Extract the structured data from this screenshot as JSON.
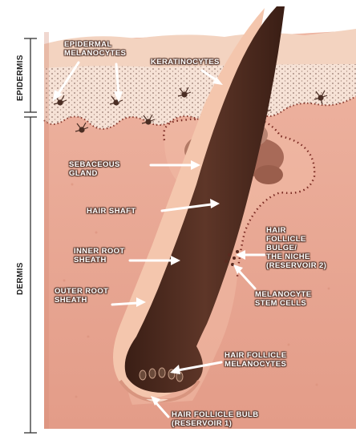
{
  "side_labels": {
    "epidermis": "EPIDERMIS",
    "dermis": "DERMIS"
  },
  "labels": {
    "epidermal_melanocytes": "EPIDERMAL\nMELANOCYTES",
    "keratinocytes": "KERATINOCYTES",
    "sebaceous_gland": "SEBACEOUS\nGLAND",
    "hair_shaft": "HAIR SHAFT",
    "inner_root_sheath": "INNER ROOT\nSHEATH",
    "outer_root_sheath": "OUTER ROOT\nSHEATH",
    "bulge": "HAIR\nFOLLICLE\nBULGE/\nTHE NICHE\n(RESERVOIR 2)",
    "melanocyte_stem_cells": "MELANOCYTE\nSTEM CELLS",
    "follicle_melanocytes": "HAIR FOLLICLE\nMELANOCYTES",
    "follicle_bulb": "HAIR FOLLICLE BULB\n(RESERVOIR 1)"
  },
  "colors": {
    "epidermis_top": "#efc9b2",
    "dermis": "#e9a895",
    "hair": "#4a2a1e",
    "outer_sheath": "#f2c0a8",
    "gland": "#a86a58"
  }
}
